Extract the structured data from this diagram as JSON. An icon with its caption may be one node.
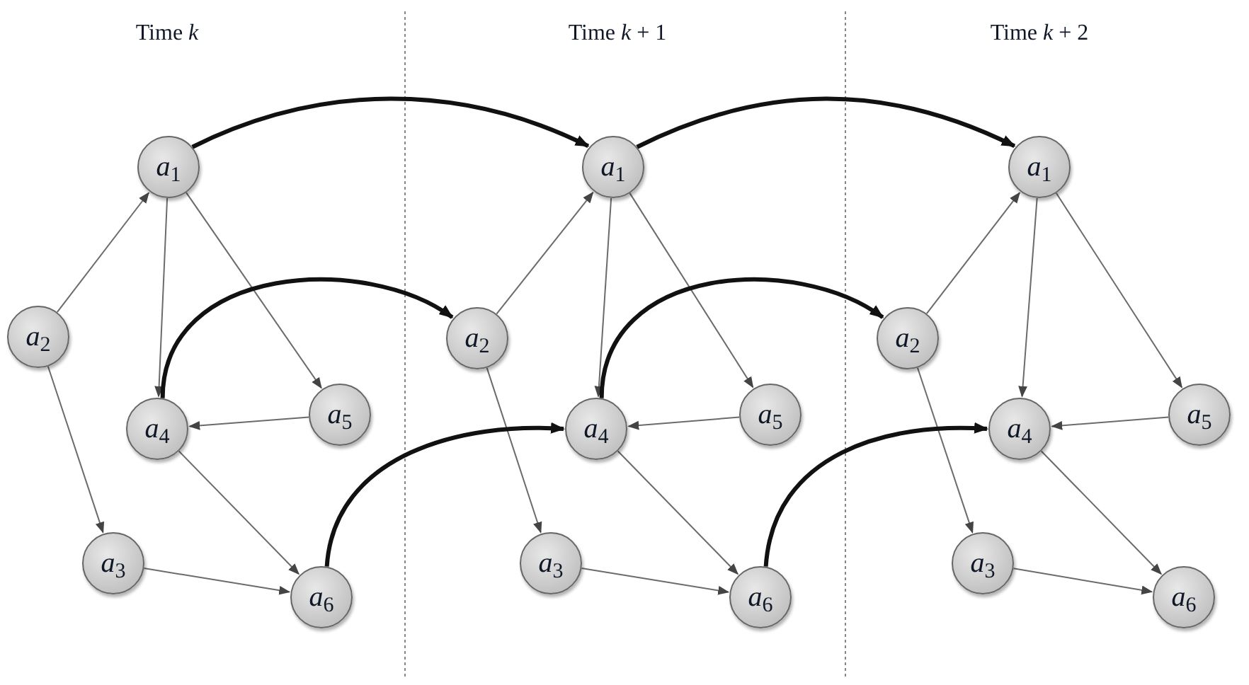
{
  "diagram": {
    "nodes": [
      {
        "text": [
          "*a*$_{1}$"
        ]
      },
      {
        "text": [
          "*a*$_{2}$"
        ]
      },
      {
        "text": [
          "*a*$_{4}$"
        ]
      },
      {
        "text": [
          "*a*$_{5}$"
        ]
      },
      {
        "text": [
          "*a*$_{3}$"
        ]
      },
      {
        "text": [
          "*a*$_{6}$"
        ]
      },
      {
        "text": [
          "*a*$_{1}$"
        ]
      },
      {
        "text": [
          "*a*$_{2}$"
        ]
      },
      {
        "text": [
          "*a*$_{4}$"
        ]
      },
      {
        "text": [
          "*a*$_{5}$"
        ]
      },
      {
        "text": [
          "*a*$_{3}$"
        ]
      },
      {
        "text": [
          "*a*$_{6}$"
        ]
      },
      {
        "text": [
          "*a*$_{1}$"
        ]
      },
      {
        "text": [
          "*a*$_{2}$"
        ]
      },
      {
        "text": [
          "*a*$_{4}$"
        ]
      },
      {
        "text": [
          "*a*$_{5}$"
        ]
      },
      {
        "text": [
          "*a*$_{3}$"
        ]
      },
      {
        "text": [
          "*a*$_{6}$"
        ]
      }
    ],
    "edges": [
      {
        "from": 1,
        "to": 0,
        "arrow": "to"
      },
      {
        "from": 0,
        "to": 2,
        "arrow": "to"
      },
      {
        "from": 0,
        "to": 3,
        "arrow": "to"
      },
      {
        "from": 3,
        "to": 2,
        "arrow": "to"
      },
      {
        "from": 2,
        "to": 5,
        "arrow": "to"
      },
      {
        "from": 1,
        "to": 4,
        "arrow": "to"
      },
      {
        "from": 4,
        "to": 5,
        "arrow": "to"
      },
      {
        "from": 7,
        "to": 6,
        "arrow": "to"
      },
      {
        "from": 6,
        "to": 8,
        "arrow": "to"
      },
      {
        "from": 6,
        "to": 9,
        "arrow": "to"
      },
      {
        "from": 9,
        "to": 8,
        "arrow": "to"
      },
      {
        "from": 8,
        "to": 11,
        "arrow": "to"
      },
      {
        "from": 7,
        "to": 10,
        "arrow": "to"
      },
      {
        "from": 10,
        "to": 11,
        "arrow": "to"
      },
      {
        "from": 13,
        "to": 12,
        "arrow": "to"
      },
      {
        "from": 12,
        "to": 14,
        "arrow": "to"
      },
      {
        "from": 12,
        "to": 15,
        "arrow": "to"
      },
      {
        "from": 15,
        "to": 14,
        "arrow": "to"
      },
      {
        "from": 14,
        "to": 17,
        "arrow": "to"
      },
      {
        "from": 13,
        "to": 16,
        "arrow": "to"
      },
      {
        "from": 16,
        "to": 17,
        "arrow": "to"
      },
      {
        "from": 0,
        "to": 6,
        "arrow": "to",
        "style": "thick",
        "color": "#111111"
      },
      {
        "from": 2,
        "to": 7,
        "arrow": "to",
        "style": "thick",
        "color": "#111111"
      },
      {
        "from": 5,
        "to": 8,
        "arrow": "to",
        "style": "thick",
        "color": "#111111"
      },
      {
        "from": 6,
        "to": 12,
        "arrow": "to",
        "style": "thick",
        "color": "#111111"
      },
      {
        "from": 8,
        "to": 13,
        "arrow": "to",
        "style": "thick",
        "color": "#111111"
      },
      {
        "from": 11,
        "to": 14,
        "arrow": "to",
        "style": "thick",
        "color": "#111111"
      }
    ],
    "labels": [
      "Time *k*",
      "Time *k* + 1",
      "Time *k* + 2"
    ]
  }
}
